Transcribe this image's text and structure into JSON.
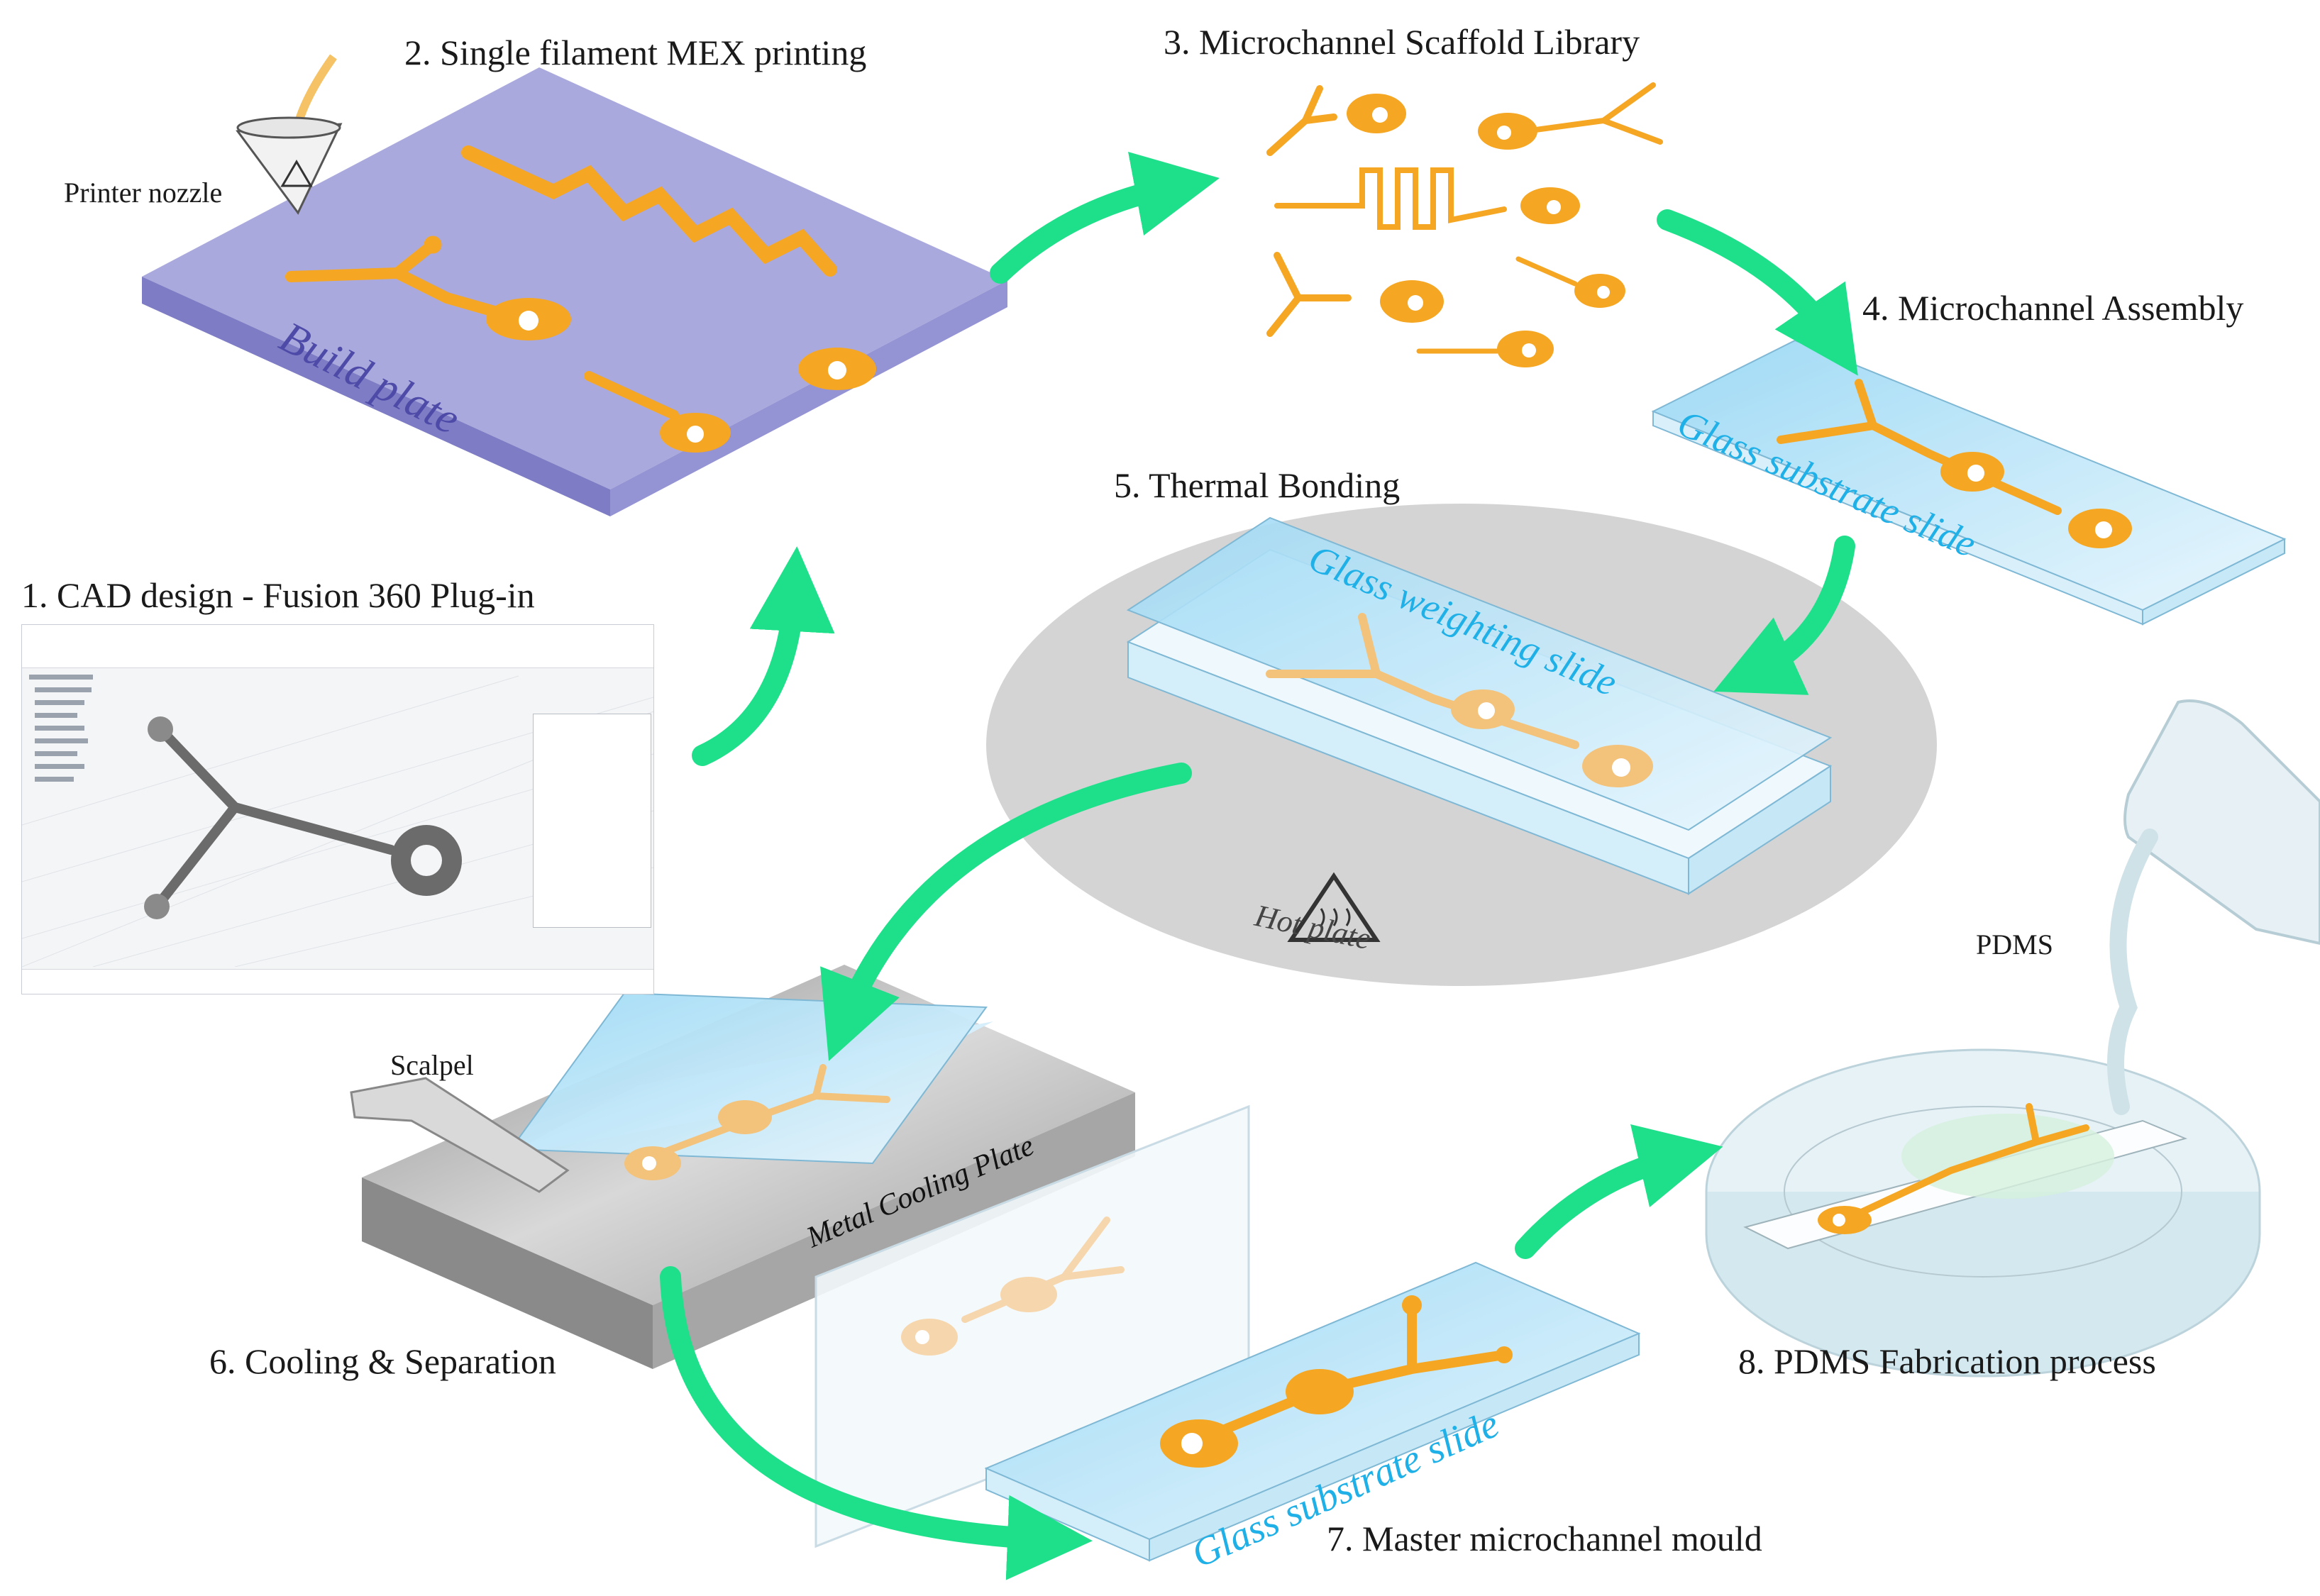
{
  "steps": {
    "s1": "1.   CAD design - Fusion 360 Plug-in",
    "s2": "2.   Single filament MEX printing",
    "s3": "3.   Microchannel Scaffold Library",
    "s4": "4.   Microchannel Assembly",
    "s5": "5.   Thermal Bonding",
    "s6": "6.   Cooling & Separation",
    "s7": "7.   Master microchannel mould",
    "s8": "8.   PDMS Fabrication process"
  },
  "labels": {
    "printer_nozzle": "Printer nozzle",
    "build_plate": "Build plate",
    "glass_substrate_4": "Glass substrate slide",
    "glass_weighting": "Glass weighting slide",
    "hot_plate": "Hot plate",
    "scalpel": "Scalpel",
    "metal_cooling_plate": "Metal Cooling Plate",
    "glass_substrate_7": "Glass substrate slide",
    "pdms": "PDMS"
  },
  "colors": {
    "filament": "#f5a623",
    "build_plate": "#a9a9dc",
    "glass": "#bfe6f7",
    "arrow": "#1fe08a",
    "hot_plate": "#d4d4d4",
    "cooling_plate": "#b5b5b5"
  },
  "icons": [
    "printer-nozzle-icon",
    "hot-surface-warning-icon",
    "scalpel-icon",
    "beaker-icon",
    "petri-dish-icon"
  ]
}
